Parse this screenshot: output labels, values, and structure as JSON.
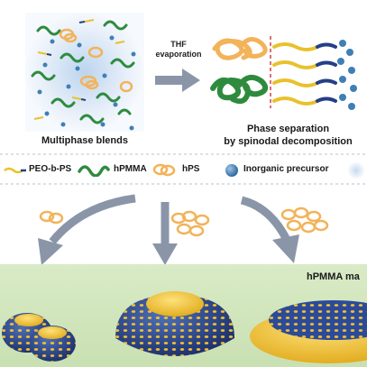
{
  "top": {
    "left_caption": "Multiphase blends",
    "arrow_caption": [
      "THF",
      "evaporation"
    ],
    "right_caption": [
      "Phase separation",
      "by spinodal decomposition"
    ]
  },
  "legend": {
    "items": [
      {
        "label": "PEO-b-PS",
        "icon": "two-tone-chain-icon"
      },
      {
        "label": "hPMMA",
        "icon": "green-coil-icon"
      },
      {
        "label": "hPS",
        "icon": "orange-coil-icon"
      },
      {
        "label": "Inorganic precursor",
        "icon": "blue-sphere-icon"
      }
    ]
  },
  "bottom": {
    "matrix_label": "hPMMA ma"
  },
  "colors": {
    "phmma_green": "#2e8b3e",
    "hps_orange": "#f2b35a",
    "peo_yellow": "#e9c12c",
    "precursor_blue": "#3f7fb5",
    "particle_navy": "#243f86",
    "panel_green": "#d4e8bf",
    "arrow_gray": "#8a96a8"
  }
}
